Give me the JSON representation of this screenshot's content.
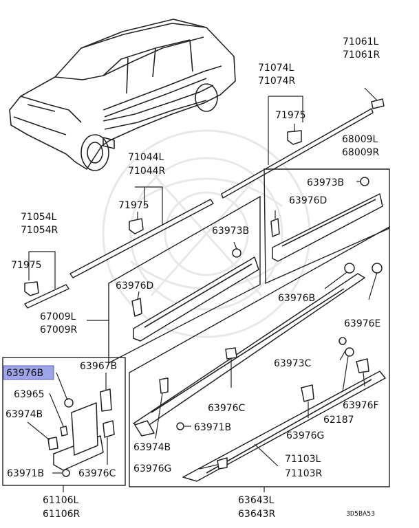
{
  "labels": {
    "p71061L": "71061L",
    "p71061R": "71061R",
    "p71074L": "71074L",
    "p71074R": "71074R",
    "p71975a": "71975",
    "p68009L": "68009L",
    "p68009R": "68009R",
    "p71044L": "71044L",
    "p71044R": "71044R",
    "p63973Ba": "63973B",
    "p71975b": "71975",
    "p63976Da": "63976D",
    "p71054L": "71054L",
    "p71054R": "71054R",
    "p63973Bb": "63973B",
    "p71975c": "71975",
    "p63976Db": "63976D",
    "p63976Ba": "63976B",
    "p67009L": "67009L",
    "p67009R": "67009R",
    "p63976E": "63976E",
    "p63976Bb": "63976B",
    "p63967B": "63967B",
    "p63973C": "63973C",
    "p63965": "63965",
    "p63976Ca": "63976C",
    "p63976F": "63976F",
    "p63974Ba": "63974B",
    "p62187": "62187",
    "p63971Ba": "63971B",
    "p63976G": "63976G",
    "p63974Bb": "63974B",
    "p71103L": "71103L",
    "p71103R": "71103R",
    "p63971Bb": "63971B",
    "p63976Cb": "63976C",
    "p63976Gb": "63976G",
    "p61106L": "61106L",
    "p61106R": "61106R",
    "p63643L": "63643L",
    "p63643R": "63643R"
  },
  "diagram_code": "3D5BA53",
  "highlight": {
    "part": "63976B",
    "color": "#9ea4e8"
  }
}
